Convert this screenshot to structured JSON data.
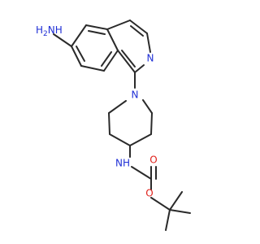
{
  "molecule": {
    "atom_labels": {
      "amine_n": "NH",
      "amine_h_sub": "2",
      "amine_h": "H",
      "ring_n_isoquinoline": "N",
      "ring_n_piperidine": "N",
      "carbamate_nh": "NH",
      "carbonyl_o": "O",
      "ester_o": "O"
    },
    "colors": {
      "nitrogen": "#1f2fd6",
      "oxygen": "#e0201a",
      "bond": "#2a2a2a"
    }
  }
}
